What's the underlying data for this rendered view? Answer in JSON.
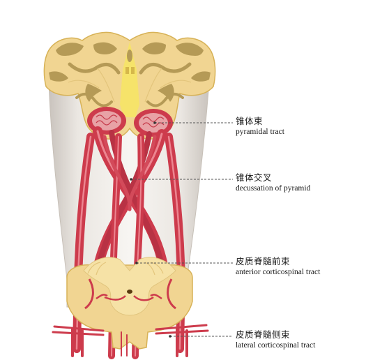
{
  "labels": [
    {
      "zh": "锥体束",
      "en": "pyramidal tract"
    },
    {
      "zh": "锥体交叉",
      "en": "decussation of pyramid"
    },
    {
      "zh": "皮质脊髓前束",
      "en": "anterior corticospinal tract"
    },
    {
      "zh": "皮质脊髓侧束",
      "en": "lateral corticospinal tract"
    }
  ],
  "colors": {
    "tissue": "#f1d592",
    "tissue_outline": "#d7b257",
    "gray_matter": "#b59a56",
    "tract": "#cd3b4c",
    "tract_highlight": "#ec8590",
    "pyramid_fill": "#f3ead9",
    "canal": "#f6e36a",
    "leader": "#555555"
  }
}
